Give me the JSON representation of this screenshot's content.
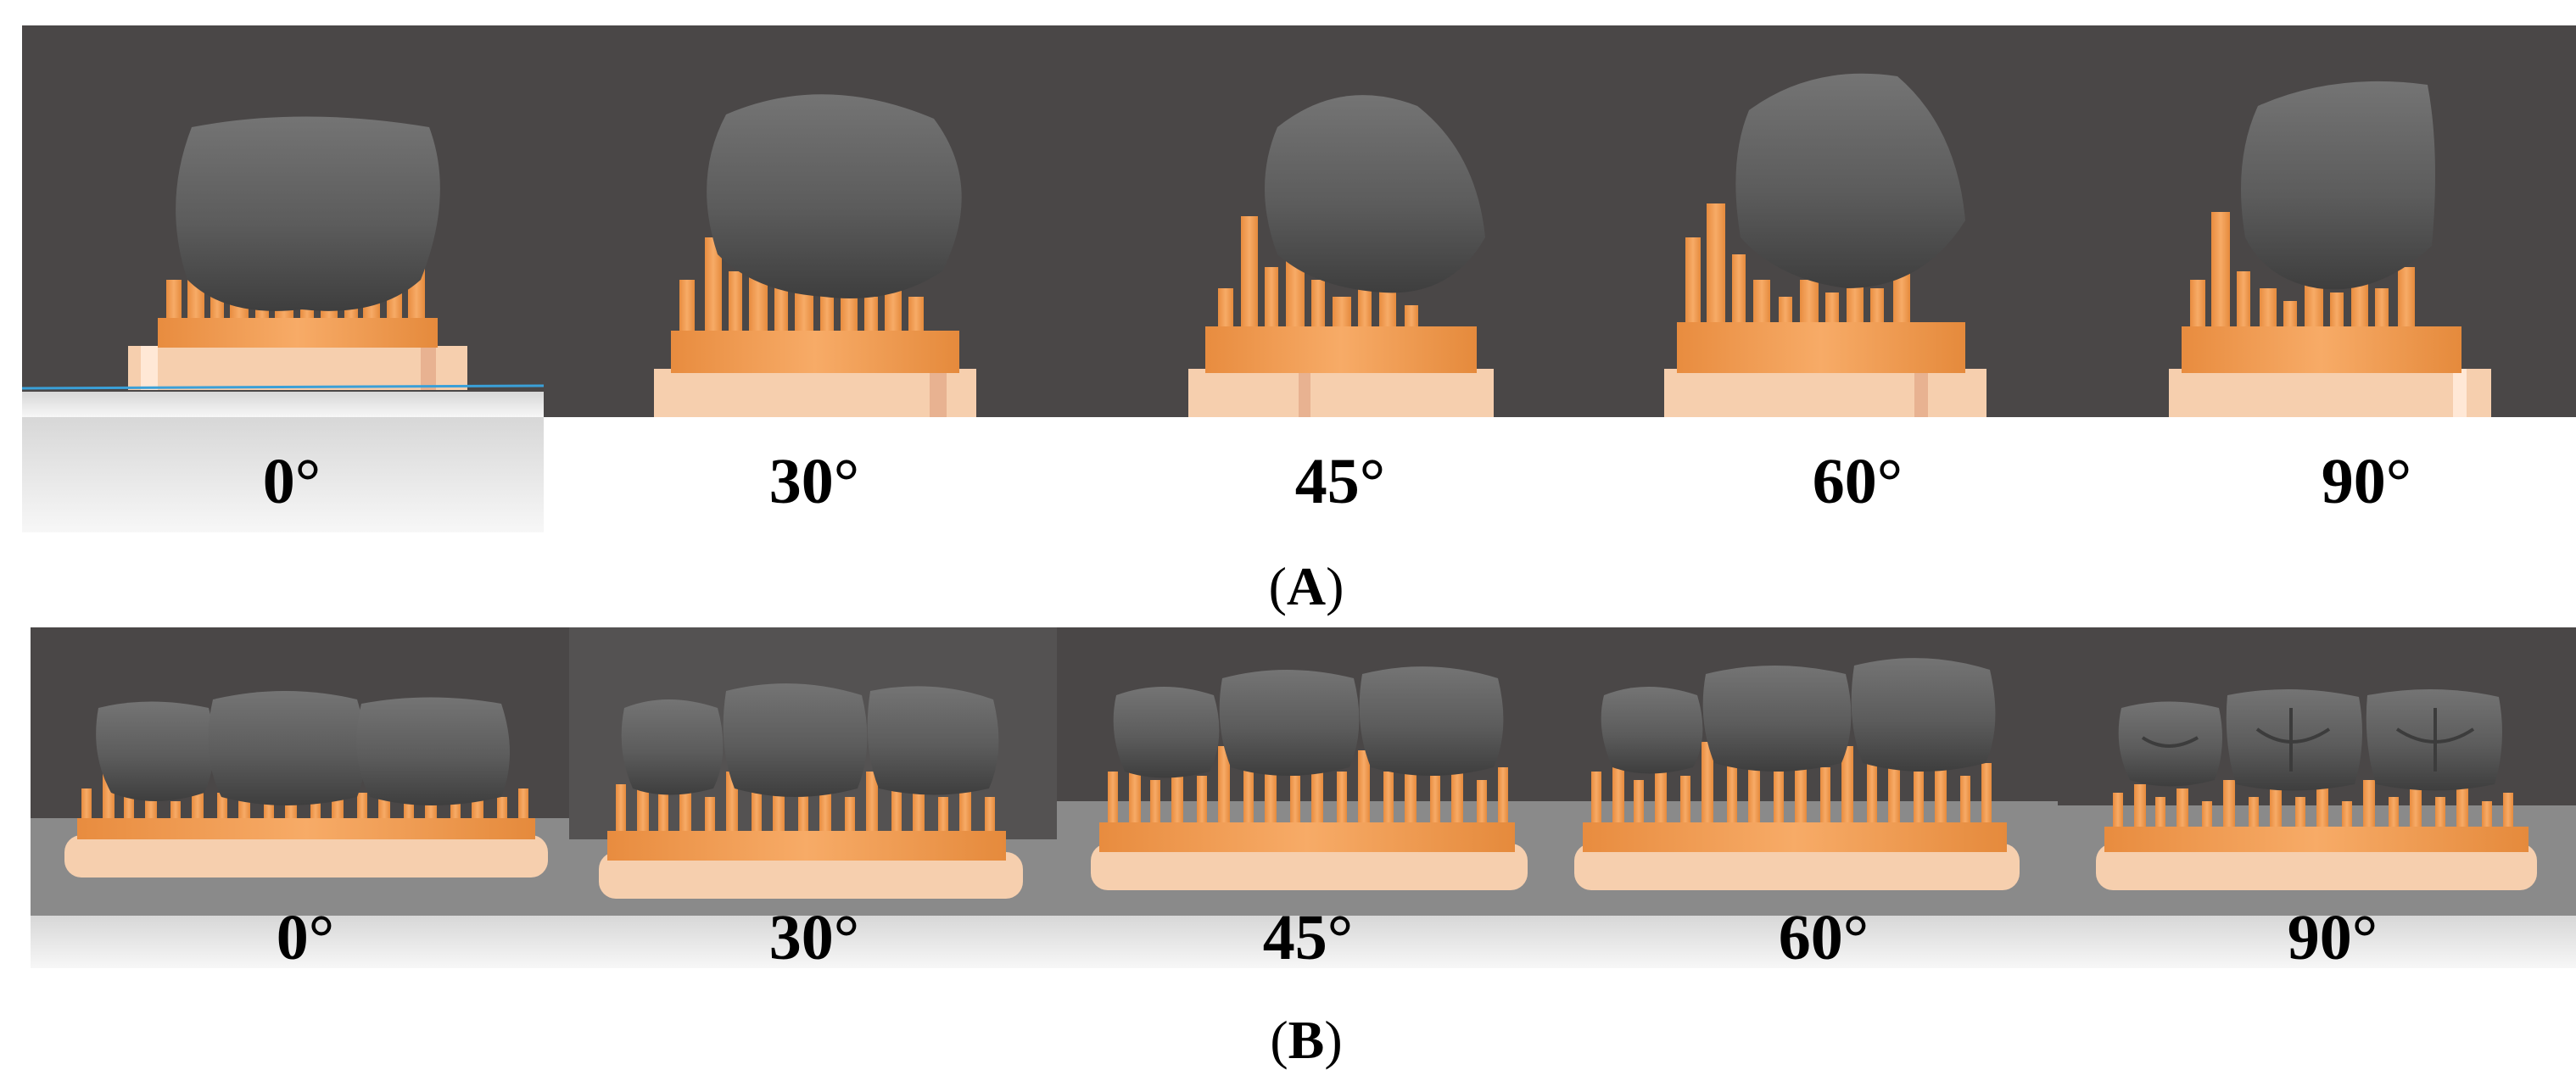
{
  "figure": {
    "row_a": {
      "caption_letter": "A",
      "angles": [
        "0°",
        "30°",
        "45°",
        "60°",
        "90°"
      ]
    },
    "row_b": {
      "caption_letter": "B",
      "angles": [
        "0°",
        "30°",
        "45°",
        "60°",
        "90°"
      ]
    }
  },
  "colors": {
    "viewport_bg": "#4a4747",
    "tooth": "#5e5e5e",
    "support": "#f2a25b",
    "base": "#f6cfae",
    "floor": "#ececec"
  }
}
